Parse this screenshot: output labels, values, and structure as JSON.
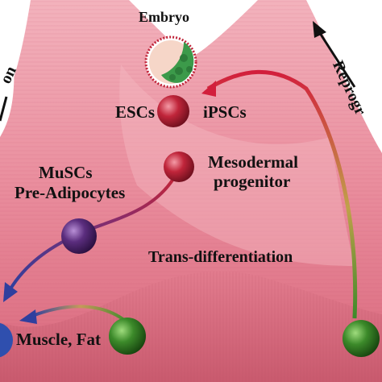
{
  "labels": {
    "embryo": "Embryo",
    "escs": "ESCs",
    "ipscs": "iPSCs",
    "mesodermal_line1": "Mesodermal",
    "mesodermal_line2": "progenitor",
    "muscs": "MuSCs",
    "pre_adipocytes": "Pre-Adipocytes",
    "trans_differentiation": "Trans-differentiation",
    "muscle_fat": "Muscle, Fat"
  },
  "edge_labels": {
    "left": "on",
    "right": "Reprogr"
  },
  "colors": {
    "landscape": "#e88a9a",
    "landscape_dark": "#c95a6e",
    "crimson_ball": "#c0253a",
    "purple_ball": "#5b2d7e",
    "green_ball": "#3c8a2a",
    "blue_arrow": "#2f3f9e",
    "red_arrow": "#d21f3c"
  },
  "icons": [
    "embryo-icon",
    "reprogramming-arrow-icon",
    "differentiation-arrow-icon"
  ]
}
